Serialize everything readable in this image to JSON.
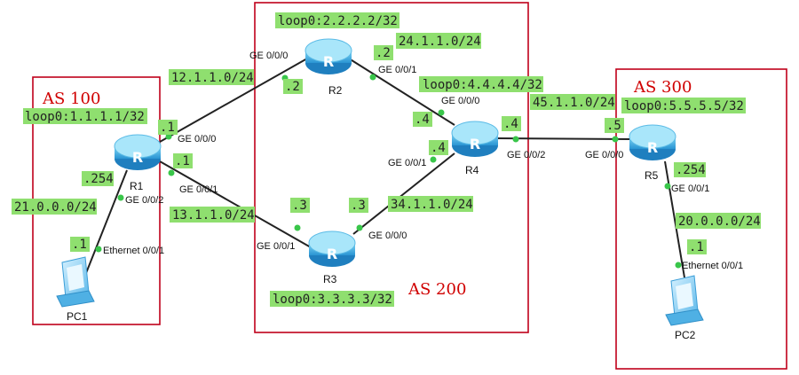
{
  "colors": {
    "as_border": "#c0001a",
    "as_label": "#d00000",
    "label_bg": "#8fdf6f",
    "link": "#222222",
    "port": "#39c64a",
    "router_top": "#9fe3f8",
    "router_body": "#33a8e0"
  },
  "as_groups": [
    {
      "id": "as100",
      "label": "AS 100"
    },
    {
      "id": "as200",
      "label": "AS 200"
    },
    {
      "id": "as300",
      "label": "AS 300"
    }
  ],
  "devices": [
    {
      "id": "R1",
      "name": "R1",
      "icon": "router-icon"
    },
    {
      "id": "R2",
      "name": "R2",
      "icon": "router-icon"
    },
    {
      "id": "R3",
      "name": "R3",
      "icon": "router-icon"
    },
    {
      "id": "R4",
      "name": "R4",
      "icon": "router-icon"
    },
    {
      "id": "R5",
      "name": "R5",
      "icon": "router-icon"
    },
    {
      "id": "PC1",
      "name": "PC1",
      "icon": "pc-icon"
    },
    {
      "id": "PC2",
      "name": "PC2",
      "icon": "pc-icon"
    }
  ],
  "loopbacks": {
    "R1": "loop0:1.1.1.1/32",
    "R2": "loop0:2.2.2.2/32",
    "R3": "loop0:3.3.3.3/32",
    "R4": "loop0:4.4.4.4/32",
    "R5": "loop0:5.5.5.5/32"
  },
  "subnets": {
    "r1_r2": "12.1.1.0/24",
    "r1_r3": "13.1.1.0/24",
    "r2_r4": "24.1.1.0/24",
    "r3_r4": "34.1.1.0/24",
    "r4_r5": "45.1.1.0/24",
    "r1_pc1": "21.0.0.0/24",
    "r5_pc2": "20.0.0.0/24"
  },
  "host_octets": {
    "r1_to_r2": ".1",
    "r1_to_r3": ".1",
    "r1_to_pc1": ".254",
    "pc1": ".1",
    "r2_to_r1": ".2",
    "r2_to_r4": ".2",
    "r3_to_r1": ".3",
    "r3_to_r4": ".3",
    "r4_to_r2": ".4",
    "r4_to_r3": ".4",
    "r4_to_r5": ".4",
    "r5_to_r4": ".5",
    "r5_to_pc2": ".254",
    "pc2": ".1"
  },
  "interfaces": {
    "r1_r2": "GE 0/0/0",
    "r1_r3": "GE 0/0/1",
    "r1_pc1": "GE 0/0/2",
    "pc1": "Ethernet 0/0/1",
    "r2_r1": "GE 0/0/0",
    "r2_r4": "GE 0/0/1",
    "r3_r1": "GE 0/0/1",
    "r3_r4": "GE 0/0/0",
    "r4_r2": "GE 0/0/0",
    "r4_r3": "GE 0/0/1",
    "r4_r5": "GE 0/0/2",
    "r5_r4": "GE 0/0/0",
    "r5_pc2": "GE 0/0/1",
    "pc2": "Ethernet 0/0/1"
  }
}
